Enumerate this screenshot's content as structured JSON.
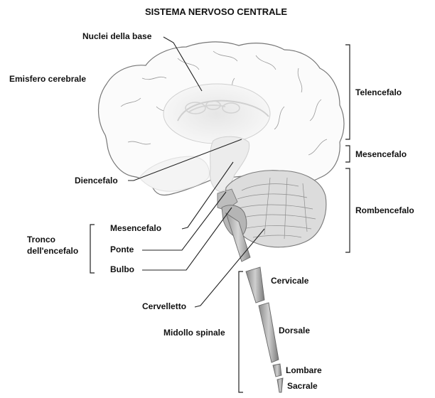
{
  "title": "SISTEMA NERVOSO CENTRALE",
  "labels": {
    "nuclei": "Nuclei della base",
    "emisfero": "Emisfero cerebrale",
    "telencefalo": "Telencefalo",
    "mesencefalo_right": "Mesencefalo",
    "rombencefalo": "Rombencefalo",
    "diencefalo": "Diencefalo",
    "tronco_line1": "Tronco",
    "tronco_line2": "dell'encefalo",
    "mesencefalo_left": "Mesencefalo",
    "ponte": "Ponte",
    "bulbo": "Bulbo",
    "cervelletto": "Cervelletto",
    "cervicale": "Cervicale",
    "midollo": "Midollo spinale",
    "dorsale": "Dorsale",
    "lombare": "Lombare",
    "sacrale": "Sacrale"
  },
  "colors": {
    "outline": "#6f6f6f",
    "fill_light": "#f3f3f3",
    "fill_mid": "#d9d9d9",
    "fill_dark": "#a9a9a9",
    "line": "#222222"
  }
}
